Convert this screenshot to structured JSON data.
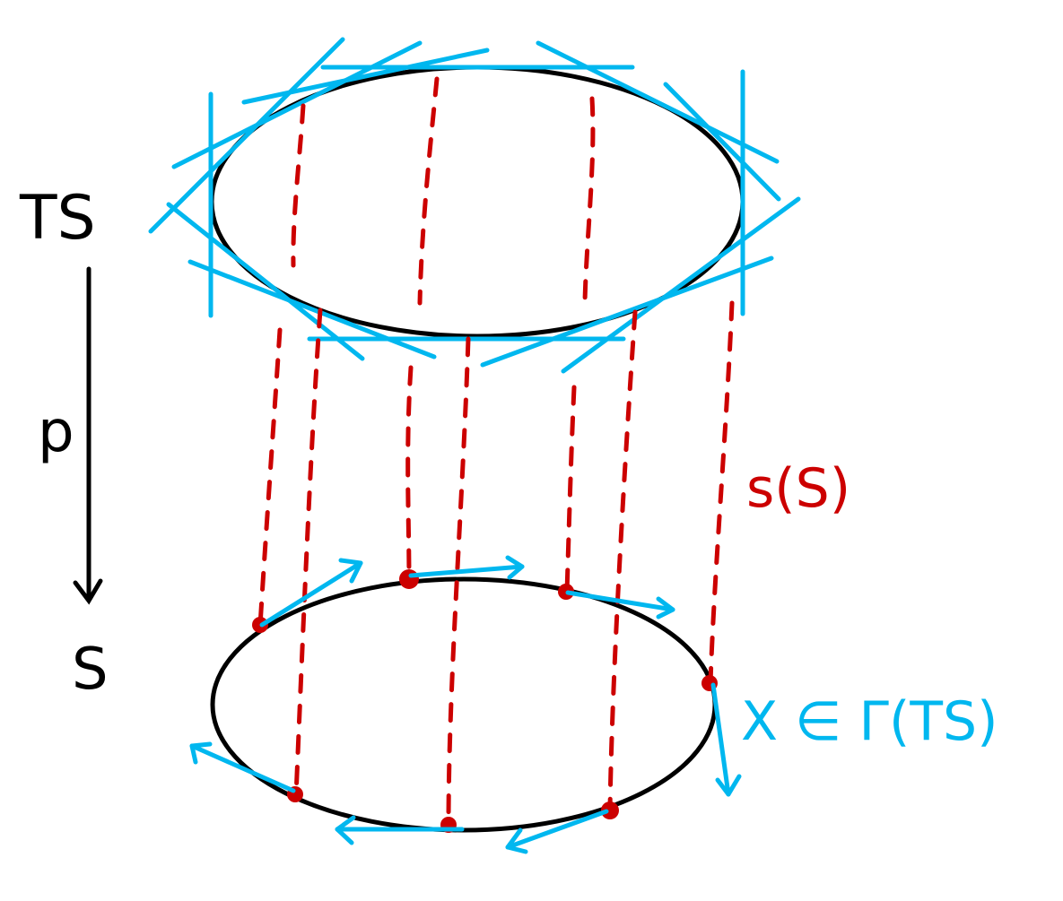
{
  "labels": {
    "tangent_bundle": "TS",
    "projection": "p",
    "base_circle": "S",
    "section": "s(S)",
    "vector_field": "X ∈ Γ(TS)"
  },
  "colors": {
    "black": "#000000",
    "section_red": "#cc0000",
    "tangent_blue": "#00b7ef"
  },
  "icons": {
    "projection_arrow": "down-arrow-icon"
  }
}
